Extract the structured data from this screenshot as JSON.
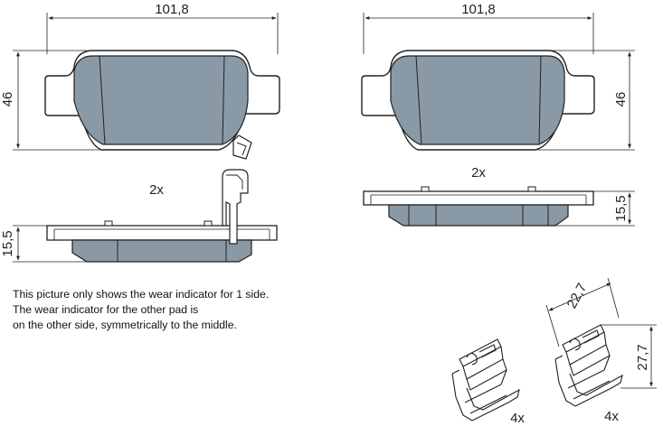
{
  "dimensions": {
    "left_width": "101,8",
    "left_height": "46",
    "left_qty": "2x",
    "left_thickness": "15,5",
    "right_width": "101,8",
    "right_height": "46",
    "right_qty": "2x",
    "right_thickness": "15,5",
    "clip_qty_a": "4x",
    "clip_qty_b": "4x",
    "clip_width": "22,7",
    "clip_height": "27,7"
  },
  "note": {
    "line1": "This picture only shows the wear indicator for 1 side.",
    "line2": "The wear indicator for the other pad is",
    "line3": "on the other side, symmetrically to the middle."
  },
  "colors": {
    "pad_fill": "#8a99a6",
    "line": "#222222"
  }
}
